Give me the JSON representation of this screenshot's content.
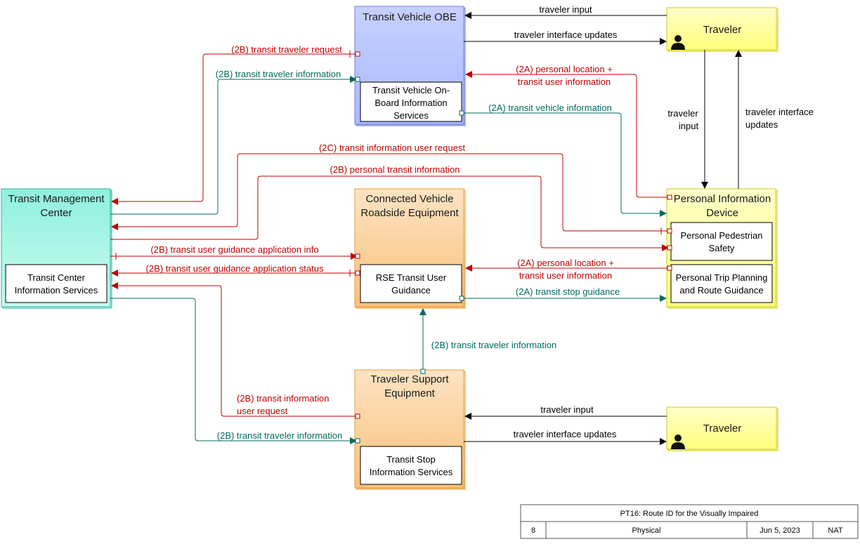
{
  "nodes": {
    "tvobe": {
      "title": "Transit Vehicle OBE",
      "sub": [
        "Transit Vehicle On-",
        "Board Information",
        "Services"
      ]
    },
    "traveler_top": {
      "title": "Traveler"
    },
    "tmc": {
      "title": [
        "Transit Management",
        "Center"
      ],
      "sub": [
        "Transit Center",
        "Information Services"
      ]
    },
    "cvrse": {
      "title": [
        "Connected Vehicle",
        "Roadside Equipment"
      ],
      "sub": [
        "RSE Transit User",
        "Guidance"
      ]
    },
    "pid": {
      "title": [
        "Personal Information",
        "Device"
      ],
      "sub1": [
        "Personal Pedestrian",
        "Safety"
      ],
      "sub2": [
        "Personal Trip Planning",
        "and Route Guidance"
      ]
    },
    "tse": {
      "title": [
        "Traveler Support",
        "Equipment"
      ],
      "sub": [
        "Transit Stop",
        "Information Services"
      ]
    },
    "traveler_bottom": {
      "title": "Traveler"
    }
  },
  "flows": {
    "f_trav_input_top": "traveler input",
    "f_trav_iface_top": "traveler interface updates",
    "f_2b_trav_req": "(2B) transit traveler request",
    "f_2b_trav_info_tv": "(2B) transit traveler information",
    "f_2a_loc_tv": [
      "(2A) personal location +",
      "transit user information"
    ],
    "f_2a_vehicle_info": "(2A) transit vehicle information",
    "f_2c_user_req": "(2C) transit information user request",
    "f_2b_personal_info": "(2B) personal transit information",
    "f_pid_trav_input": [
      "traveler",
      "input"
    ],
    "f_pid_trav_iface": [
      "traveler interface",
      "updates"
    ],
    "f_2b_guid_app_info": "(2B) transit user guidance application info",
    "f_2b_guid_app_status": "(2B) transit user guidance application status",
    "f_2a_loc_rse": [
      "(2A) personal location +",
      "transit user information"
    ],
    "f_2a_stop_guidance": "(2A) transit stop guidance",
    "f_2b_trav_info_tse_rse": "(2B) transit traveler information",
    "f_2b_info_user_req": [
      "(2B) transit information",
      "user request"
    ],
    "f_2b_trav_info_tse": "(2B) transit traveler information",
    "f_trav_input_bottom": "traveler input",
    "f_trav_iface_bottom": "traveler interface updates"
  },
  "title_block": {
    "diagram_title": "PT16: Route ID for the Visually Impaired",
    "sheet": "8",
    "view": "Physical",
    "date": "Jun 5, 2023",
    "scope": "NAT"
  },
  "colors": {
    "request_flow": "#c00000",
    "information_flow": "#006b5e",
    "user_flow": "#000000"
  }
}
